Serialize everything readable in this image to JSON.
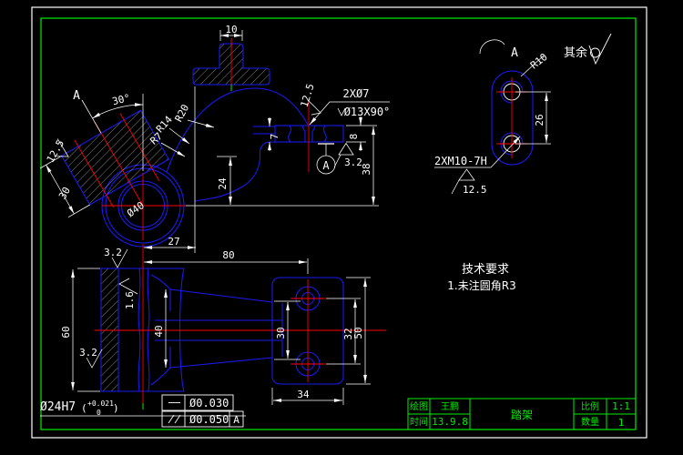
{
  "drawing": {
    "front": {
      "label_a": "A",
      "angle": "30°",
      "r20": "R20",
      "r14": "R14",
      "r7": "R7",
      "rough_boss": "12.5",
      "dim_boss_len": "30",
      "dia_hub": "Ø40",
      "dim_24": "24",
      "dim_27": "27",
      "dim_rib": "10",
      "dim_7": "7",
      "dim_8": "8",
      "dim_38": "38",
      "hole_note": "2XØ7",
      "csk_note": "Ø13X90°",
      "rough_csk": "12.5",
      "rough_arm": "3.2",
      "datum_label": "A"
    },
    "view_a": {
      "dir_label": "A",
      "radius": "R10",
      "dim_26": "26",
      "thread_note": "2XM10-7H",
      "rough_thread": "12.5"
    },
    "bottom": {
      "dim_80": "80",
      "dim_60": "60",
      "dim_40": "40",
      "dim_30": "30",
      "dim_32": "32",
      "dim_50": "50",
      "dim_34": "34",
      "rough_top": "3.2",
      "rough_mid": "1.6",
      "rough_left": "3.2",
      "bore_note": "Ø24H7",
      "tol_open": "(",
      "tol_upper": "+0.021",
      "tol_lower": "0",
      "tol_close": ")",
      "fcf_straightness": "Ø0.030",
      "fcf_parallelism": "Ø0.050",
      "fcf_datum": "A"
    },
    "general_rough_label": "其余",
    "tech_req_title": "技术要求",
    "tech_req_item": "1.未注圆角R3"
  },
  "title_block": {
    "draw_label": "绘图",
    "drafter": "王鹏",
    "date_label": "时间",
    "date": "13.9.8",
    "part_name": "踏架",
    "scale_label": "比例",
    "scale": "1:1",
    "qty_label": "数量",
    "qty": "1"
  },
  "colors": {
    "geometry": "#1a1aee",
    "centerline": "#ff0000",
    "annotation": "#ffffff",
    "frame": "#00ee00",
    "background": "#000000"
  }
}
